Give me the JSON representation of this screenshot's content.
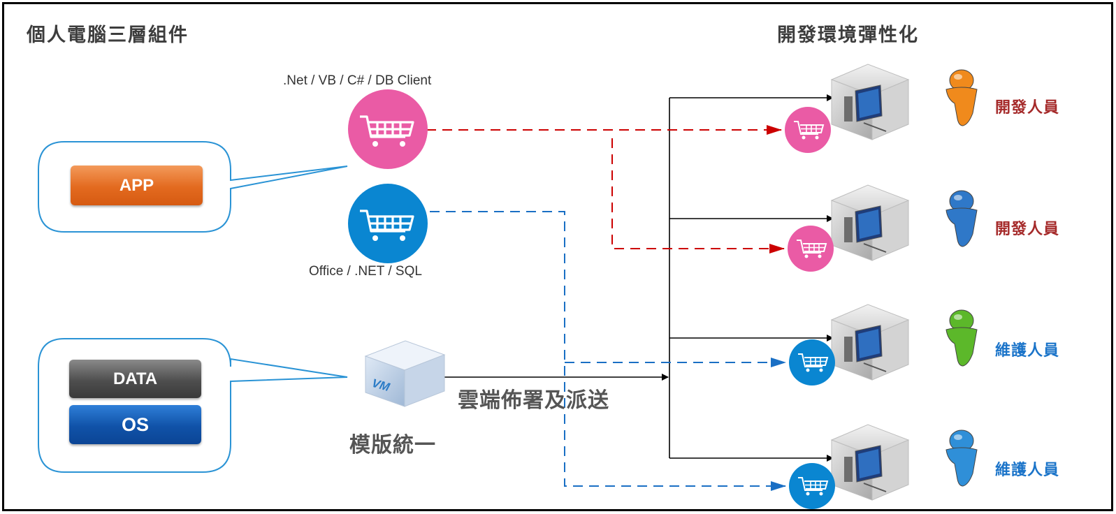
{
  "diagram": {
    "left_title": "個人電腦三層組件",
    "right_title": "開發環境彈性化",
    "app_stack": {
      "top_label": ".Net / VB / C# / DB Client",
      "bottom_label": "Office / .NET / SQL",
      "app_button": "APP"
    },
    "base_stack": {
      "data_button": "DATA",
      "os_button": "OS"
    },
    "vm": {
      "badge": "VM",
      "caption": "模版統一",
      "deploy_label": "雲端佈署及派送"
    },
    "roles": [
      {
        "label": "開發人員",
        "color": "#a52a2a",
        "person_color": "#f08a1c"
      },
      {
        "label": "開發人員",
        "color": "#a52a2a",
        "person_color": "#2f78c8"
      },
      {
        "label": "維護人員",
        "color": "#1b74c9",
        "person_color": "#5cb82a"
      },
      {
        "label": "維護人員",
        "color": "#1b74c9",
        "person_color": "#2f8fd8"
      }
    ],
    "colors": {
      "pink_app": "#ea5ba5",
      "blue_app": "#0a86d1",
      "red_dash": "#cc0000",
      "blue_dash": "#1a6fc4"
    }
  }
}
